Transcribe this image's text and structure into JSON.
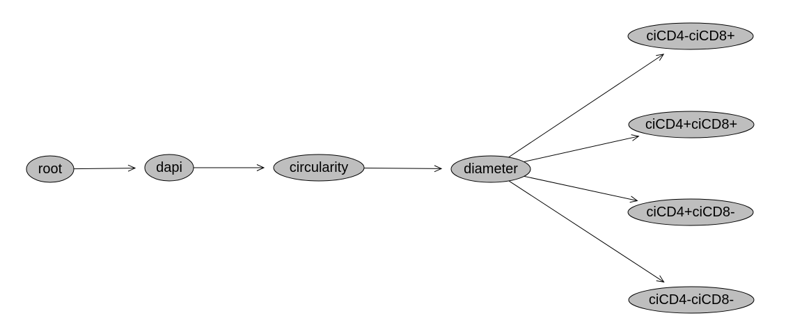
{
  "diagram": {
    "nodes": [
      {
        "id": "root",
        "label": "root"
      },
      {
        "id": "dapi",
        "label": "dapi"
      },
      {
        "id": "circularity",
        "label": "circularity"
      },
      {
        "id": "diameter",
        "label": "diameter"
      },
      {
        "id": "cd4n_cd8p",
        "label": "ciCD4-ciCD8+"
      },
      {
        "id": "cd4p_cd8p",
        "label": "ciCD4+ciCD8+"
      },
      {
        "id": "cd4p_cd8n",
        "label": "ciCD4+ciCD8-"
      },
      {
        "id": "cd4n_cd8n",
        "label": "ciCD4-ciCD8-"
      }
    ],
    "edges": [
      {
        "from": "root",
        "to": "dapi"
      },
      {
        "from": "dapi",
        "to": "circularity"
      },
      {
        "from": "circularity",
        "to": "diameter"
      },
      {
        "from": "diameter",
        "to": "cd4n_cd8p"
      },
      {
        "from": "diameter",
        "to": "cd4p_cd8p"
      },
      {
        "from": "diameter",
        "to": "cd4p_cd8n"
      },
      {
        "from": "diameter",
        "to": "cd4n_cd8n"
      }
    ],
    "colors": {
      "node_fill": "#bebebe",
      "node_stroke": "#000000",
      "edge": "#000000",
      "background": "#ffffff"
    }
  }
}
